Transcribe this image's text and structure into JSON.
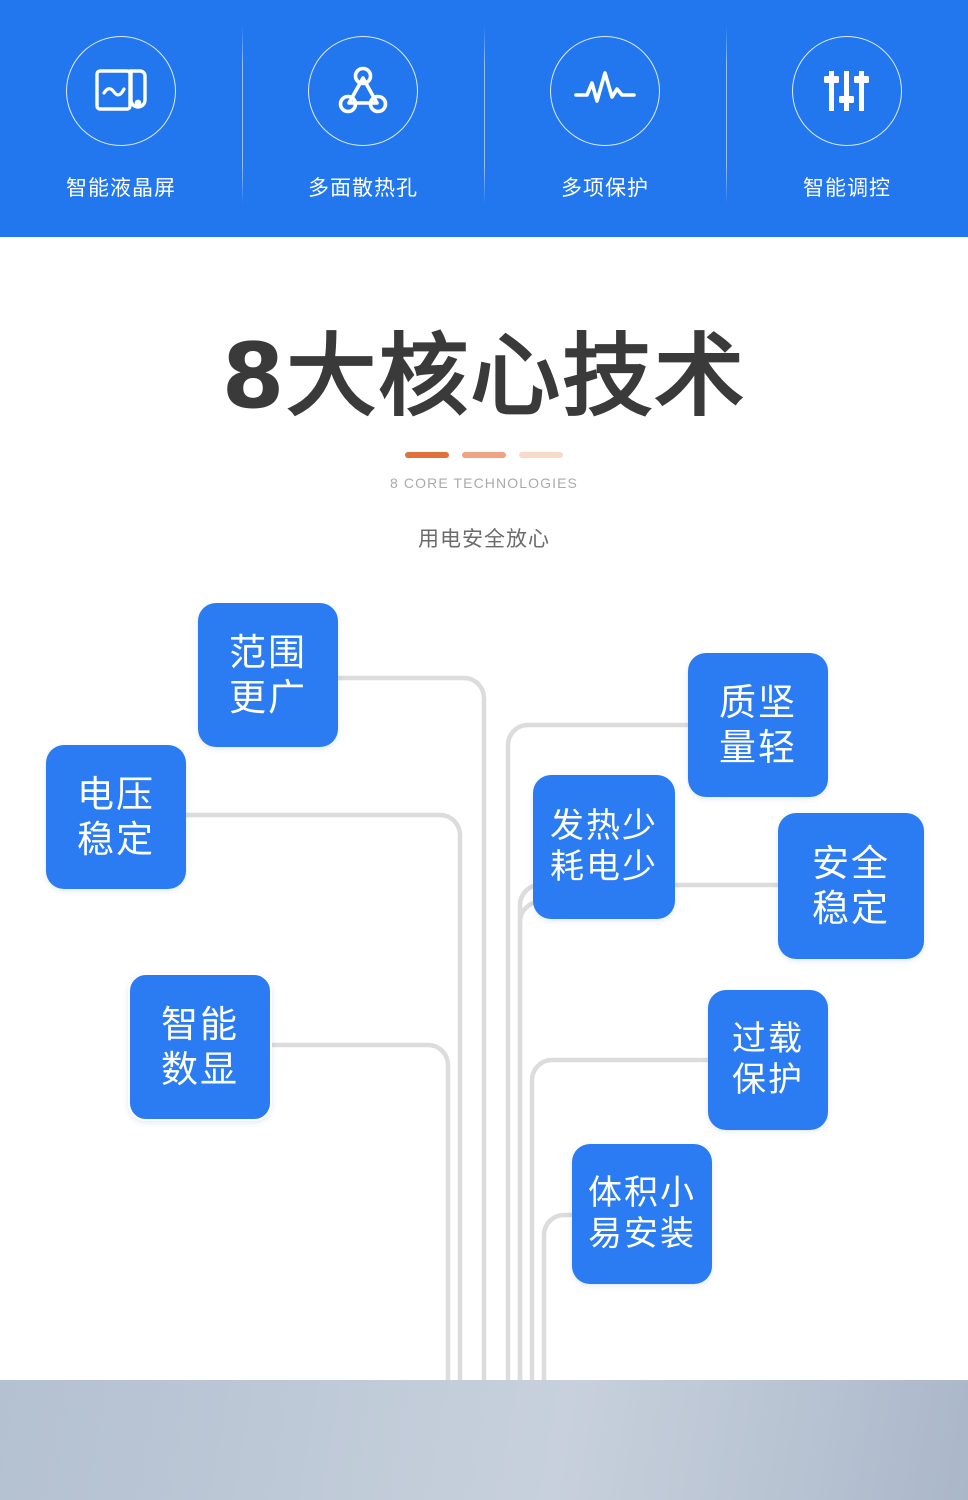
{
  "header": {
    "background_color": "#2277EE",
    "features": [
      {
        "icon": "lcd-screen-scroll-icon",
        "label": "智能液晶屏"
      },
      {
        "icon": "triangle-nodes-vent-icon",
        "label": "多面散热孔"
      },
      {
        "icon": "pulse-waveform-icon",
        "label": "多项保护"
      },
      {
        "icon": "slider-controls-icon",
        "label": "智能调控"
      }
    ]
  },
  "title_block": {
    "main_title": "8大核心技术",
    "sub_title": "8 CORE TECHNOLOGIES",
    "tagline": "用电安全放心",
    "divider_colors": [
      "#E2703A",
      "#F0A381",
      "#F8DACB"
    ]
  },
  "tree": {
    "accent_color": "#2B7CF2",
    "connector_color": "#DCDCDC",
    "nodes": [
      {
        "id": "range",
        "line1": "范围",
        "line2": "更广"
      },
      {
        "id": "voltage",
        "line1": "电压",
        "line2": "稳定"
      },
      {
        "id": "display",
        "line1": "智能",
        "line2": "数显"
      },
      {
        "id": "strength",
        "line1": "质坚",
        "line2": "量轻"
      },
      {
        "id": "lowheat",
        "line1": "发热少",
        "line2": "耗电少"
      },
      {
        "id": "safe",
        "line1": "安全",
        "line2": "稳定"
      },
      {
        "id": "overload",
        "line1": "过载",
        "line2": "保护"
      },
      {
        "id": "compact",
        "line1": "体积小",
        "line2": "易安装"
      }
    ]
  },
  "bottom_band": {
    "color_start": "#b4c1d1",
    "color_end": "#aab7c9"
  }
}
